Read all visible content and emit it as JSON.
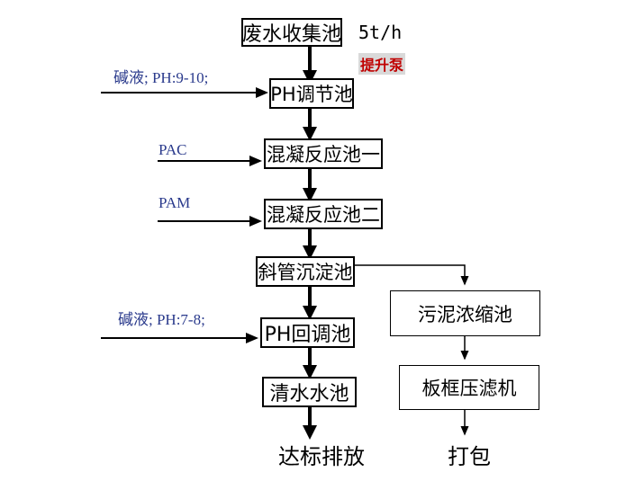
{
  "nodes": {
    "collection": "废水收集池",
    "ph_adjust": "PH调节池",
    "coag1": "混凝反应池一",
    "coag2": "混凝反应池二",
    "settler": "斜管沉淀池",
    "ph_readjust": "PH回调池",
    "clear_water": "清水水池",
    "sludge_thickener": "污泥浓缩池",
    "filter_press": "板框压滤机"
  },
  "outputs": {
    "discharge": "达标排放",
    "pack": "打包"
  },
  "labels": {
    "flow_rate": "5t/h",
    "pump": "提升泵",
    "alkali_ph_9_10": "碱液; PH:9-10;",
    "pac": "PAC",
    "pam": "PAM",
    "alkali_ph_7_8": "碱液; PH:7-8;"
  },
  "colors": {
    "pump_text": "#c00000",
    "pump_bg": "#d9d9d9",
    "dosing_text": "#2a3a8c"
  }
}
